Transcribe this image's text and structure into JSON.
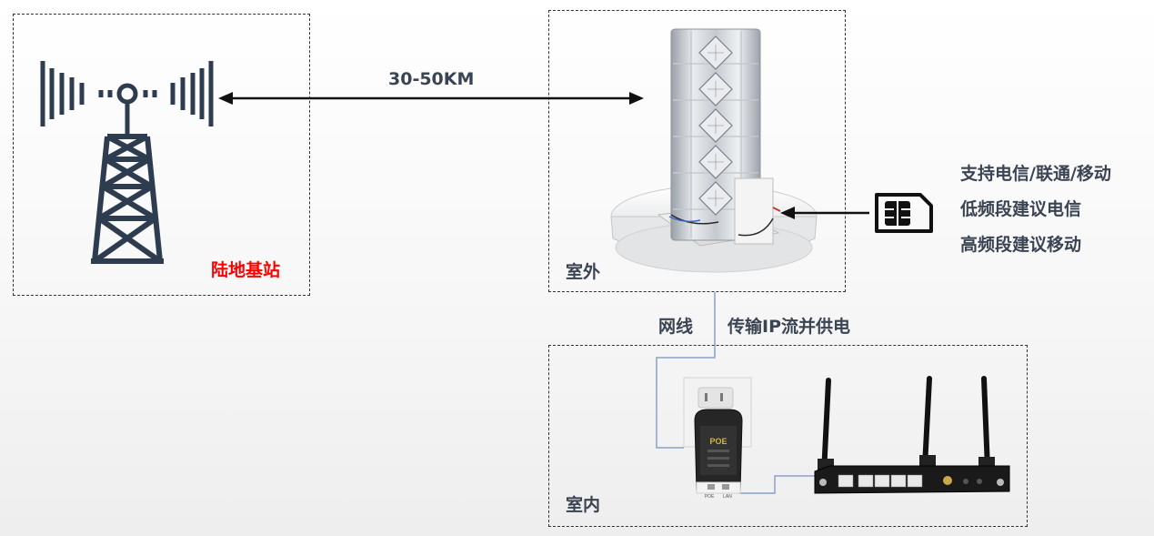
{
  "labels": {
    "base_station": "陆地基站",
    "distance": "30-50KM",
    "outdoor": "室外",
    "indoor": "室内",
    "cable": "网线",
    "transmission": "传输IP流并供电"
  },
  "sim_info": [
    "支持电信/联通/移动",
    "低频段建议电信",
    "高频段建议移动"
  ],
  "device_text": {
    "poe_brand": "POE",
    "poe_port_left": "POE",
    "poe_port_right": "LAN"
  },
  "icons": {
    "tower": "cell-tower-icon",
    "sim": "sim-card-icon"
  },
  "colors": {
    "station_label": "#ff0000",
    "text": "#3a4452",
    "tower": "#2e3c50",
    "cable": "#8aa0c8"
  }
}
